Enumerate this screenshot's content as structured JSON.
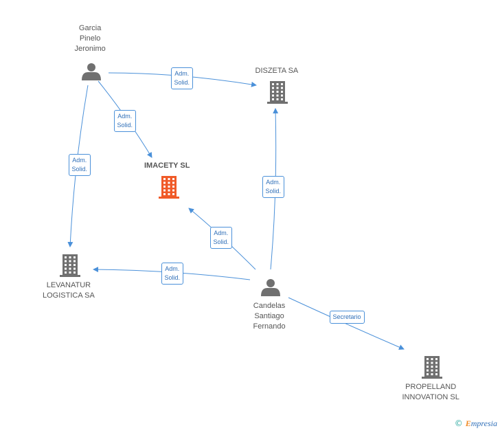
{
  "nodes": {
    "garcia": {
      "lines": [
        "Garcia",
        "Pinelo",
        "Jeronimo"
      ],
      "kind": "person"
    },
    "candelas": {
      "lines": [
        "Candelas",
        "Santiago",
        "Fernando"
      ],
      "kind": "person"
    },
    "imacety": {
      "lines": [
        "IMACETY SL"
      ],
      "kind": "company-main"
    },
    "diszeta": {
      "lines": [
        "DISZETA SA"
      ],
      "kind": "company"
    },
    "levanatur": {
      "lines": [
        "LEVANATUR",
        "LOGISTICA SA"
      ],
      "kind": "company"
    },
    "propelland": {
      "lines": [
        "PROPELLAND",
        "INNOVATION SL"
      ],
      "kind": "company"
    }
  },
  "edges": [
    {
      "from": "garcia",
      "to": "diszeta",
      "label": [
        "Adm.",
        "Solid."
      ]
    },
    {
      "from": "garcia",
      "to": "imacety",
      "label": [
        "Adm.",
        "Solid."
      ]
    },
    {
      "from": "garcia",
      "to": "levanatur",
      "label": [
        "Adm.",
        "Solid."
      ]
    },
    {
      "from": "candelas",
      "to": "diszeta",
      "label": [
        "Adm.",
        "Solid."
      ]
    },
    {
      "from": "candelas",
      "to": "imacety",
      "label": [
        "Adm.",
        "Solid."
      ]
    },
    {
      "from": "candelas",
      "to": "levanatur",
      "label": [
        "Adm.",
        "Solid."
      ]
    },
    {
      "from": "candelas",
      "to": "propelland",
      "label": [
        "Secretario"
      ]
    }
  ],
  "colors": {
    "edge": "#4a90d9",
    "person": "#707070",
    "company": "#707070",
    "company_main": "#f05a28"
  },
  "watermark": {
    "symbol": "©",
    "brand_first": "E",
    "brand_rest": "mpresia"
  }
}
